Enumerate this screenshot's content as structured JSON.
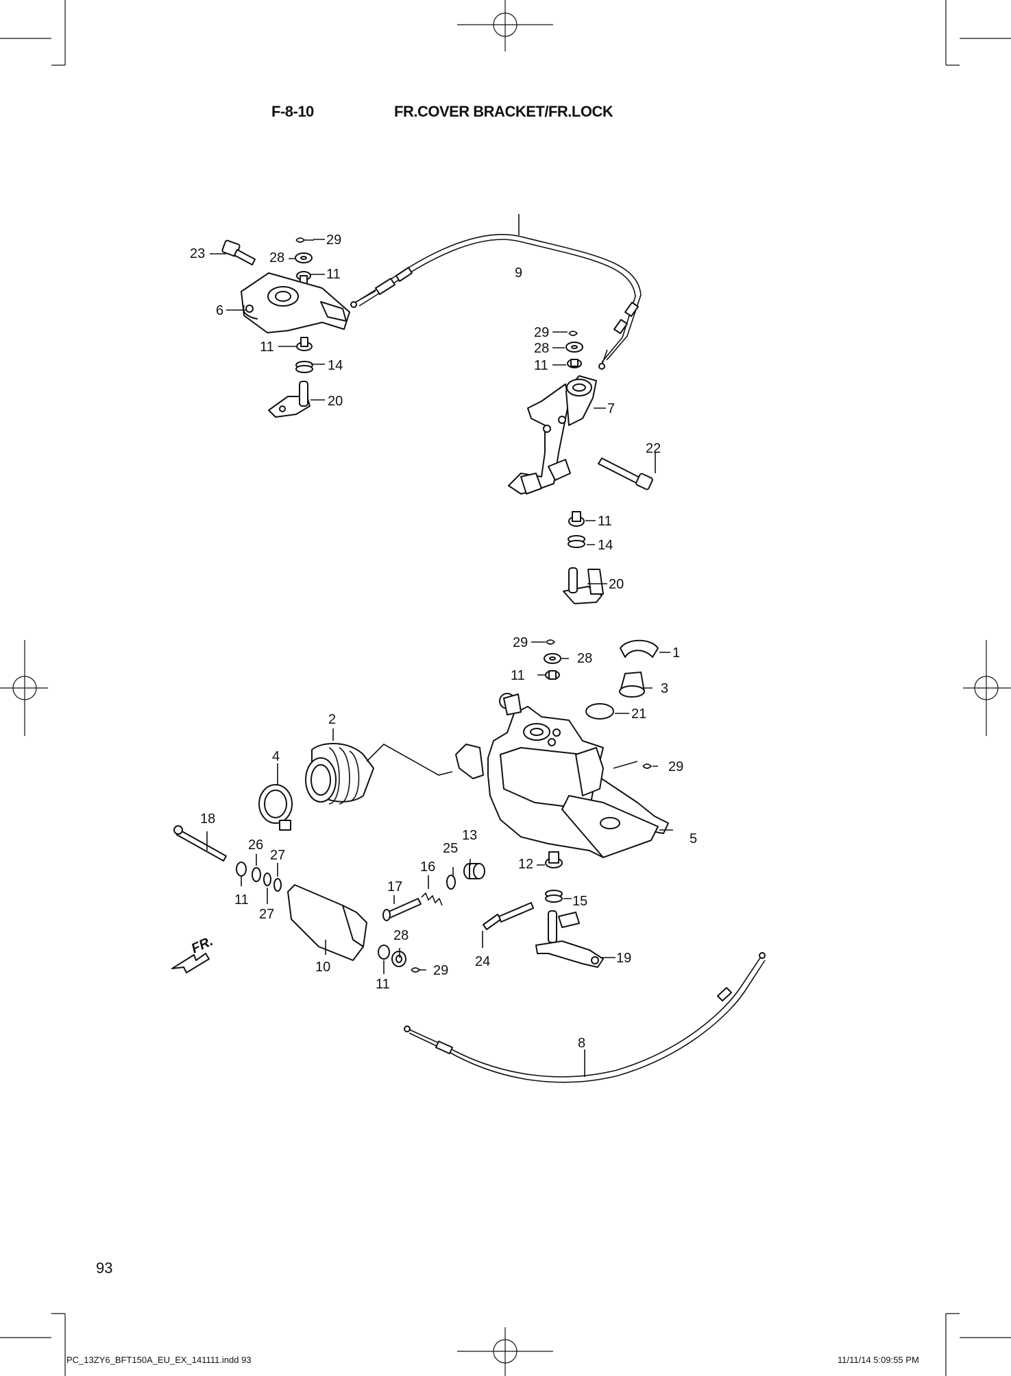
{
  "figure": {
    "code": "F-8-10",
    "title": "FR.COVER    BRACKET/FR.LOCK",
    "front_marker": "FR."
  },
  "page_number": "93",
  "footer": {
    "file": "PC_13ZY6_BFT150A_EU_EX_141111.indd   93",
    "timestamp": "11/11/14   5:09:55 PM"
  },
  "callouts": {
    "c23": "23",
    "c28a": "28",
    "c29a": "29",
    "c11a": "11",
    "c6": "6",
    "c11b": "11",
    "c14a": "14",
    "c20a": "20",
    "c9": "9",
    "c29b": "29",
    "c28b": "28",
    "c11c": "11",
    "c7": "7",
    "c22": "22",
    "c11d": "11",
    "c14b": "14",
    "c20b": "20",
    "c29c": "29",
    "c28c": "28",
    "c11e": "11",
    "c1": "1",
    "c3": "3",
    "c21": "21",
    "c2": "2",
    "c4": "4",
    "c29d": "29",
    "c5": "5",
    "c18": "18",
    "c26": "26",
    "c27a": "27",
    "c11f": "11",
    "c27b": "27",
    "c13": "13",
    "c25": "25",
    "c16": "16",
    "c12": "12",
    "c17": "17",
    "c15": "15",
    "c28d": "28",
    "c10": "10",
    "c11g": "11",
    "c29e": "29",
    "c24": "24",
    "c19": "19",
    "c8": "8"
  }
}
